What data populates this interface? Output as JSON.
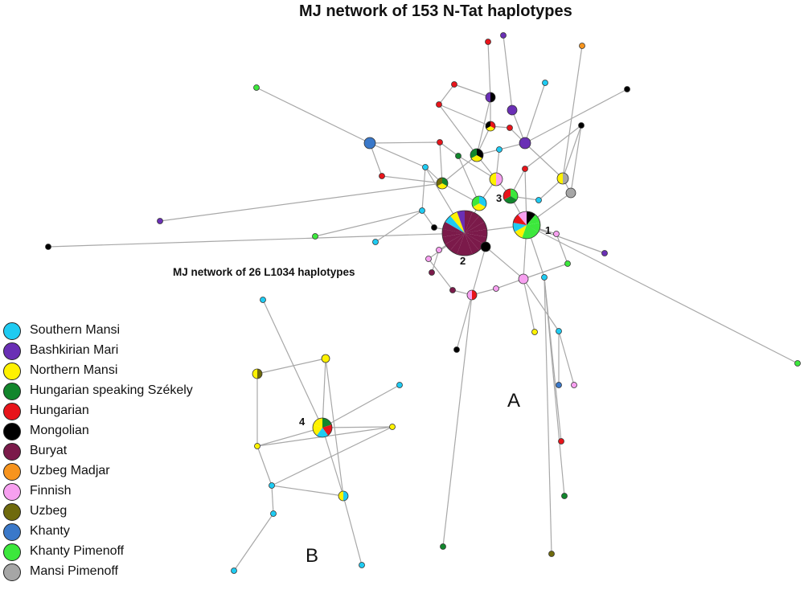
{
  "titles": {
    "network_a": "MJ network of 153 N-Tat  haplotypes",
    "network_b": "MJ network of 26 L1034 haplotypes"
  },
  "panel_labels": {
    "a": "A",
    "b": "B"
  },
  "node_labels": [
    "1",
    "2",
    "3",
    "4"
  ],
  "legend": [
    {
      "label": "Southern Mansi",
      "color": "#1ecbf2"
    },
    {
      "label": "Bashkirian Mari",
      "color": "#6a2fb5"
    },
    {
      "label": "Northern Mansi",
      "color": "#fff200"
    },
    {
      "label": "Hungarian speaking Székely",
      "color": "#11862c"
    },
    {
      "label": "Hungarian",
      "color": "#e8141a"
    },
    {
      "label": "Mongolian",
      "color": "#000000"
    },
    {
      "label": "Buryat",
      "color": "#7b1a4a"
    },
    {
      "label": "Uzbeg Madjar",
      "color": "#f7941d"
    },
    {
      "label": "Finnish",
      "color": "#f7a0f0"
    },
    {
      "label": "Uzbeg",
      "color": "#6f6a0c"
    },
    {
      "label": "Khanty",
      "color": "#3a78c9"
    },
    {
      "label": "Khanty Pimenoff",
      "color": "#3ce83c"
    },
    {
      "label": "Mansi Pimenoff",
      "color": "#a6a6a6"
    }
  ]
}
